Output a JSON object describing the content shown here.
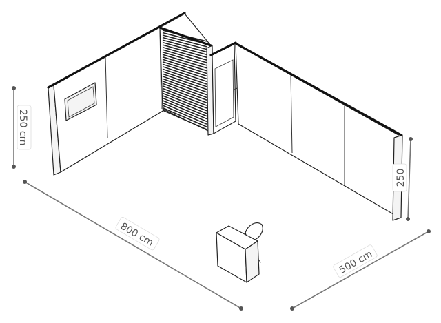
{
  "dimensions": {
    "length": "800 cm",
    "depth": "500 cm",
    "height_left": "250 cm",
    "height_right": "250"
  },
  "colors": {
    "outline": "#222222",
    "rail": "#111111",
    "dimension_line": "#777777",
    "dimension_text": "#555555"
  }
}
